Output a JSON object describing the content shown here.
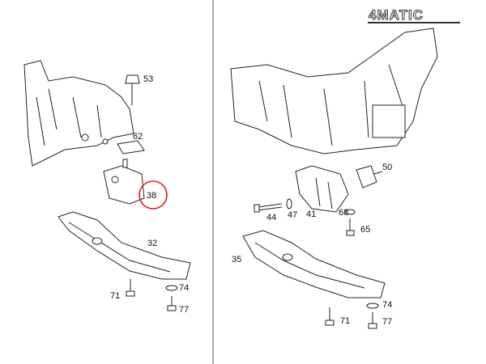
{
  "logo": "4MATIC",
  "highlight_color": "#d42020",
  "left_view": {
    "labels": [
      "53",
      "62",
      "38",
      "32",
      "71",
      "74",
      "77"
    ],
    "highlighted": "38"
  },
  "right_view": {
    "labels": [
      "50",
      "44",
      "47",
      "41",
      "68",
      "65",
      "35",
      "74",
      "71",
      "77"
    ]
  }
}
